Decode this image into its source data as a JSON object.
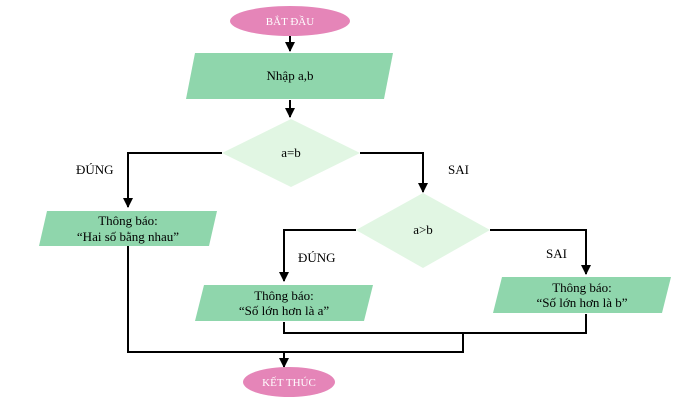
{
  "diagram": {
    "colors": {
      "terminal": "#e585b8",
      "process": "#8fd6ac",
      "decision": "#e1f6e3",
      "line": "#000000",
      "terminal_text": "#ffffff"
    },
    "start": {
      "label": "BẮT ĐẦU"
    },
    "input": {
      "label": "Nhập a,b"
    },
    "decision_equal": {
      "label": "a=b"
    },
    "decision_greater": {
      "label": "a>b"
    },
    "output_equal": {
      "line1": "Thông báo:",
      "line2": "“Hai số bằng nhau”"
    },
    "output_a": {
      "line1": "Thông báo:",
      "line2": "“Số lớn hơn là a”"
    },
    "output_b": {
      "line1": "Thông báo:",
      "line2": "“Số lớn hơn là b”"
    },
    "end": {
      "label": "KẾT THÚC"
    },
    "branch_labels": {
      "equal_yes": "ĐÚNG",
      "equal_no": "SAI",
      "greater_yes": "ĐÚNG",
      "greater_no": "SAI"
    }
  }
}
